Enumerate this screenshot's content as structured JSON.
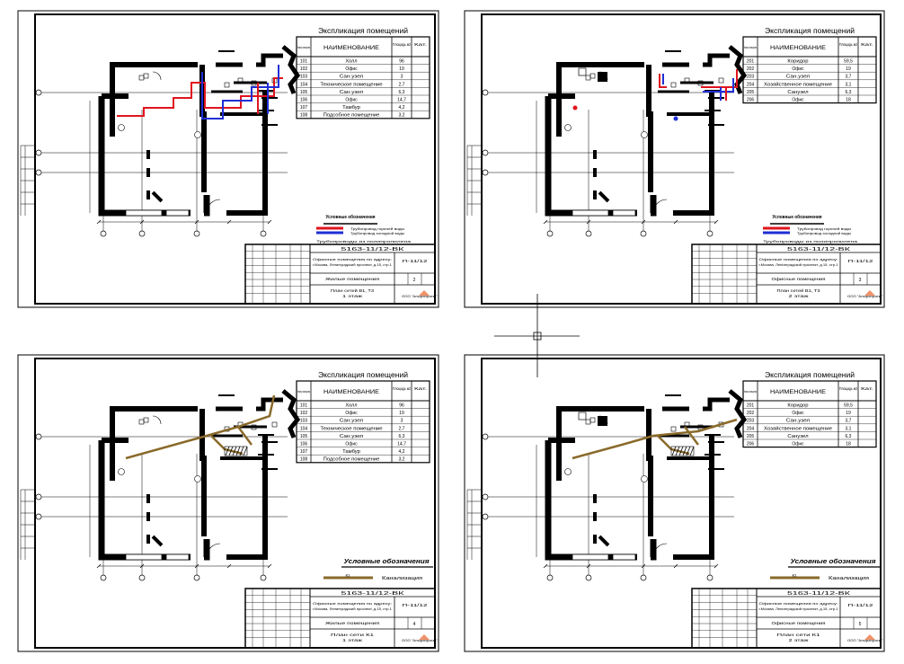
{
  "sheets": [
    {
      "expl_title": "Экспликация помещений",
      "col_num": "Номер помещения",
      "col_name": "НАИМЕНОВАНИЕ",
      "col_area": "Площадь м2",
      "col_cat": "Кат.",
      "rooms": [
        [
          "101",
          "Холл",
          "96"
        ],
        [
          "102",
          "Офис",
          "19"
        ],
        [
          "103",
          "Сан.узел",
          "3"
        ],
        [
          "104",
          "Техническое помещение",
          "2,7"
        ],
        [
          "105",
          "Сан.узел",
          "6,3"
        ],
        [
          "106",
          "Офис",
          "14,7"
        ],
        [
          "107",
          "Тамбур",
          "4,2"
        ],
        [
          "108",
          "Подсобное помещение",
          "3,2"
        ]
      ],
      "legend_title": "Условные обозначения",
      "legend_items": [
        "Трубопровод горячей воды",
        "Трубопровод холодной воды"
      ],
      "legend_note": "Трубопроводы из полипропилена",
      "legend_style": "water",
      "stamp_code": "5163-11/12-ВК",
      "stamp_desc": "Офисные помещения по адресу: г.Москва, Ленинградский проспект, д.15, стр.1",
      "stamp_stage": "П-11/12",
      "stamp_section": "Жилые помещения",
      "stamp_sheet": "2",
      "stamp_drawing": "План сетей В1, Т3",
      "stamp_floor": "1 этаж",
      "stamp_org": "ООО \"Альфапроект\""
    },
    {
      "expl_title": "Экспликация помещений",
      "col_num": "Номер помещения",
      "col_name": "НАИМЕНОВАНИЕ",
      "col_area": "Площадь м2",
      "col_cat": "Кат.",
      "rooms": [
        [
          "201",
          "Коридор",
          "59,5"
        ],
        [
          "202",
          "Офис",
          "19"
        ],
        [
          "203",
          "Сан.узел",
          "3,7"
        ],
        [
          "204",
          "Хозяйственное помещение",
          "3,1"
        ],
        [
          "205",
          "Санузел",
          "6,3"
        ],
        [
          "206",
          "Офис",
          "18"
        ]
      ],
      "legend_title": "Условные обозначения",
      "legend_items": [
        "Трубопровод горячей воды",
        "Трубопровод холодной воды"
      ],
      "legend_note": "Трубопроводы из полипропилена",
      "legend_style": "water",
      "stamp_code": "5163-11/12-ВК",
      "stamp_desc": "Офисные помещения по адресу: г.Москва, Ленинградский проспект, д.15, стр.1",
      "stamp_stage": "П-11/12",
      "stamp_section": "Офисные помещения",
      "stamp_sheet": "3",
      "stamp_drawing": "План сетей В1, Т3",
      "stamp_floor": "2 этаж",
      "stamp_org": "ООО \"Альфапроект\""
    },
    {
      "expl_title": "Экспликация помещений",
      "col_num": "Номер помещения",
      "col_name": "НАИМЕНОВАНИЕ",
      "col_area": "Площадь м2",
      "col_cat": "Кат.",
      "rooms": [
        [
          "101",
          "Холл",
          "96"
        ],
        [
          "102",
          "Офис",
          "19"
        ],
        [
          "103",
          "Сан.узел",
          "3"
        ],
        [
          "104",
          "Техническое помещение",
          "2,7"
        ],
        [
          "105",
          "Сан.узел",
          "6,3"
        ],
        [
          "106",
          "Офис",
          "14,7"
        ],
        [
          "107",
          "Тамбур",
          "4,2"
        ],
        [
          "108",
          "Подсобное помещение",
          "3,2"
        ]
      ],
      "legend_title": "Условные обозначения",
      "legend_items": [
        "Канализация"
      ],
      "legend_code": "К1",
      "legend_note": "",
      "legend_style": "sewer",
      "stamp_code": "5163-11/12-ВК",
      "stamp_desc": "Офисные помещения по адресу: г.Москва, Ленинградский проспект, д.15, стр.1",
      "stamp_stage": "П-11/12",
      "stamp_section": "Жилые помещения",
      "stamp_sheet": "4",
      "stamp_drawing": "План сети К1",
      "stamp_floor": "1 этаж",
      "stamp_org": "ООО \"Альфапроект\""
    },
    {
      "expl_title": "Экспликация помещений",
      "col_num": "Номер помещения",
      "col_name": "НАИМЕНОВАНИЕ",
      "col_area": "Площадь м2",
      "col_cat": "Кат.",
      "rooms": [
        [
          "201",
          "Коридор",
          "59,5"
        ],
        [
          "202",
          "Офис",
          "19"
        ],
        [
          "203",
          "Сан.узел",
          "3,7"
        ],
        [
          "204",
          "Хозяйственное помещение",
          "3,1"
        ],
        [
          "205",
          "Санузел",
          "6,3"
        ],
        [
          "206",
          "Офис",
          "18"
        ]
      ],
      "legend_title": "Условные обозначения",
      "legend_items": [
        "Канализация"
      ],
      "legend_code": "К1",
      "legend_note": "",
      "legend_style": "sewer",
      "stamp_code": "5163-11/12-ВК",
      "stamp_desc": "Офисные помещения по адресу: г.Москва, Ленинградский проспект, д.15, стр.1",
      "stamp_stage": "П-11/12",
      "stamp_section": "Офисные помещения",
      "stamp_sheet": "5",
      "stamp_drawing": "План сети К1",
      "stamp_floor": "2 этаж",
      "stamp_org": "ООО \"Альфапроект\""
    }
  ],
  "colors": {
    "hot_water": "#e0141e",
    "cold_water": "#1f2fd6",
    "sewer": "#8a6a2a",
    "stamp_marker": "#f0926a",
    "ink": "#000000"
  },
  "icons": [
    "cad-crosshair-cursor"
  ]
}
